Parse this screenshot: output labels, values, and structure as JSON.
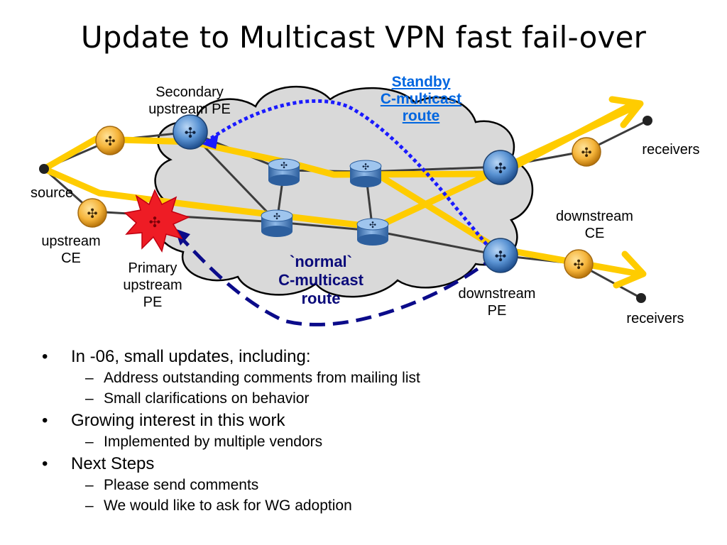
{
  "slide": {
    "title": "Update to Multicast VPN fast fail-over"
  },
  "diagram": {
    "labels": {
      "secondary_pe": [
        "Secondary",
        "upstream PE"
      ],
      "standby_route": [
        "Standby",
        "C-multicast",
        "route"
      ],
      "receivers_top": "receivers",
      "source": "source",
      "upstream_ce": [
        "upstream",
        "CE"
      ],
      "primary_pe": [
        "Primary",
        "upstream",
        "PE"
      ],
      "normal_route": [
        "`normal`",
        "C-multicast",
        "route"
      ],
      "downstream_pe": [
        "downstream",
        "PE"
      ],
      "downstream_ce": [
        "downstream",
        "CE"
      ],
      "receivers_bottom": "receivers"
    },
    "colors": {
      "cloud_fill": "#d9d9d9",
      "multicast_path": "#ffcc00",
      "standby_route": "#1a1aff",
      "normal_route": "#0b0b8a",
      "ce_router": "#f0a020",
      "pe_router": "#2f72c0",
      "failure_burst": "#ee1c25",
      "link": "#3c3c3c"
    }
  },
  "bullets": [
    {
      "text": "In -06, small updates, including:",
      "sub": [
        "Address outstanding comments from mailing list",
        "Small clarifications on behavior"
      ]
    },
    {
      "text": "Growing interest in this work",
      "sub": [
        "Implemented by multiple vendors"
      ]
    },
    {
      "text": "Next Steps",
      "sub": [
        "Please send comments",
        "We would like to ask for WG adoption"
      ]
    }
  ]
}
